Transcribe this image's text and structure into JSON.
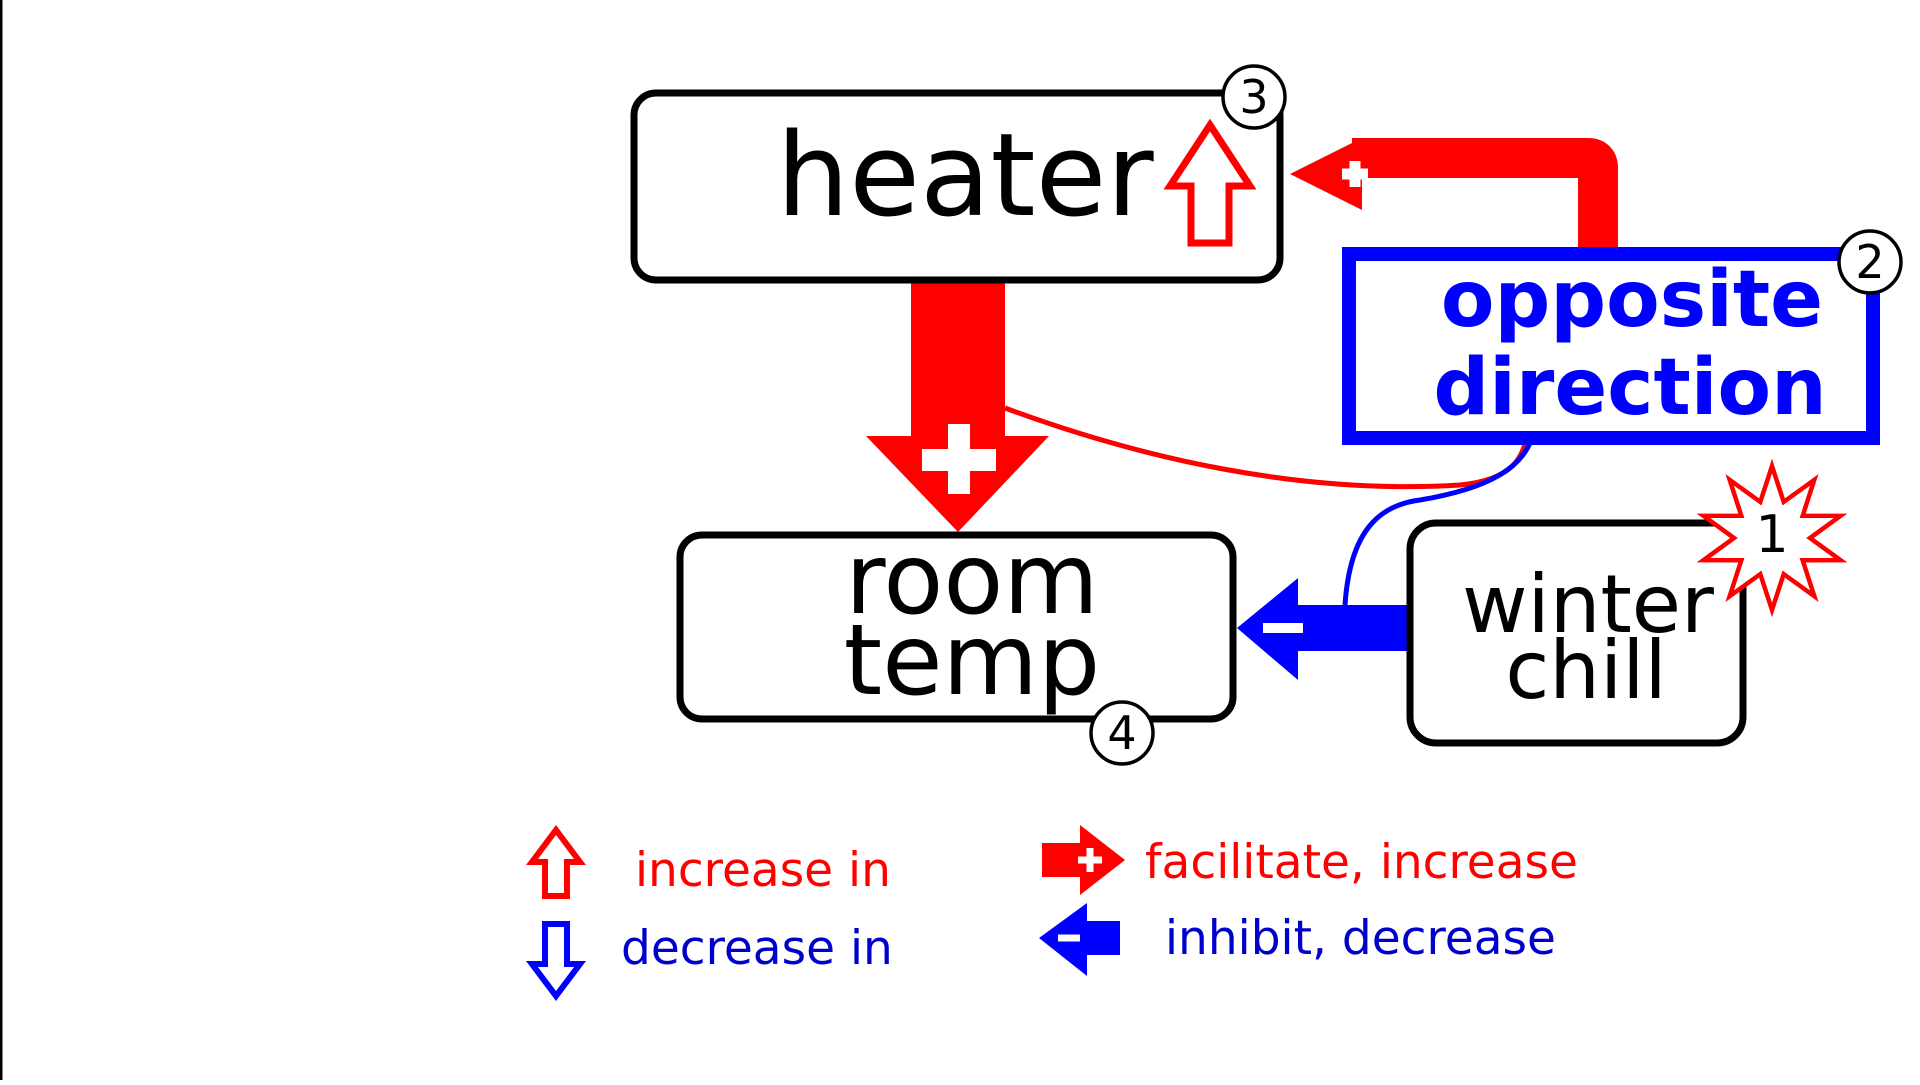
{
  "nodes": {
    "heater": {
      "label": "heater",
      "badge": "3"
    },
    "opposite": {
      "line1": "opposite",
      "line2": "direction",
      "badge": "2"
    },
    "room": {
      "line1": "room",
      "line2": "temp",
      "badge": "4"
    },
    "winter": {
      "line1": "winter",
      "line2": "chill",
      "badge": "1"
    }
  },
  "legend": {
    "increase": "increase in",
    "decrease": "decrease in",
    "facilitate": "facilitate, increase",
    "inhibit": "inhibit, decrease"
  },
  "colors": {
    "facilitate": "#ff0000",
    "inhibit": "#0000ff",
    "border": "#000000"
  }
}
